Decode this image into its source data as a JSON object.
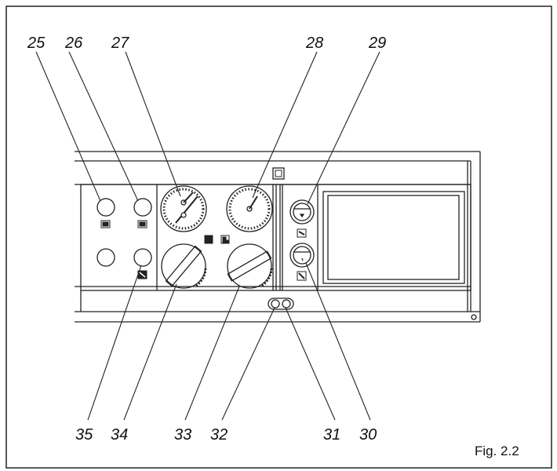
{
  "figure": {
    "caption": "Fig. 2.2",
    "callouts": {
      "c25": "25",
      "c26": "26",
      "c27": "27",
      "c28": "28",
      "c29": "29",
      "c30": "30",
      "c31": "31",
      "c32": "32",
      "c33": "33",
      "c34": "34",
      "c35": "35"
    }
  }
}
